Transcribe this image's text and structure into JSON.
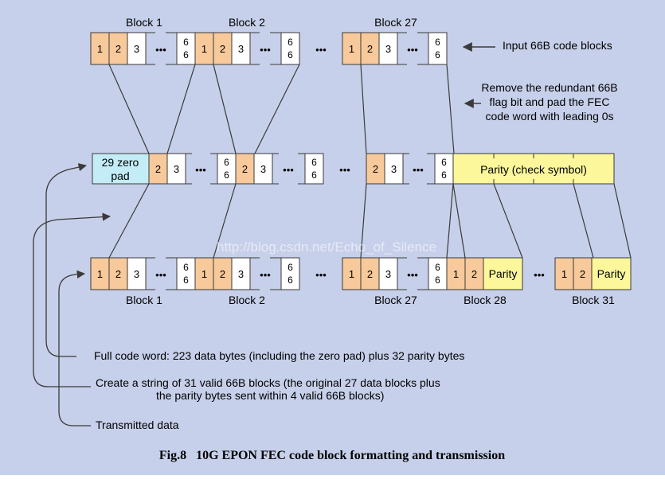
{
  "colors": {
    "background": "#c7d0ea",
    "orange": "#f7c99b",
    "white": "#ffffff",
    "yellow": "#fbf79a",
    "cyan": "#c4ecf6",
    "stroke": "#3a3a3a"
  },
  "top_row": {
    "labels": [
      "Block 1",
      "Block 2",
      "Block 27"
    ],
    "cell_1": "1",
    "cell_2": "2",
    "cell_3": "3",
    "dots": "•••",
    "last_top": "6",
    "last_bottom": "6",
    "between_dots": "•••"
  },
  "annotations": {
    "input": "Input 66B code blocks",
    "remove": [
      "Remove the redundant 66B",
      "flag bit and pad the FEC",
      "code word with leading 0s"
    ]
  },
  "middle_row": {
    "zero_pad": [
      "29 zero",
      "pad"
    ],
    "parity": "Parity (check symbol)"
  },
  "bottom_row": {
    "labels": [
      "Block 1",
      "Block 2",
      "Block 27",
      "Block 28",
      "Block 31"
    ],
    "parity": "Parity"
  },
  "notes": {
    "full_code_word": "Full code word:  223 data bytes (including the zero pad) plus 32 parity bytes",
    "create": [
      "Create a string of 31 valid 66B blocks (the original 27 data blocks plus",
      "the parity bytes sent within 4 valid 66B blocks)"
    ],
    "transmitted": "Transmitted data"
  },
  "watermark": "http://blog.csdn.net/Echo_of_Silence",
  "caption": "Fig.8   10G EPON FEC code block formatting and transmission"
}
